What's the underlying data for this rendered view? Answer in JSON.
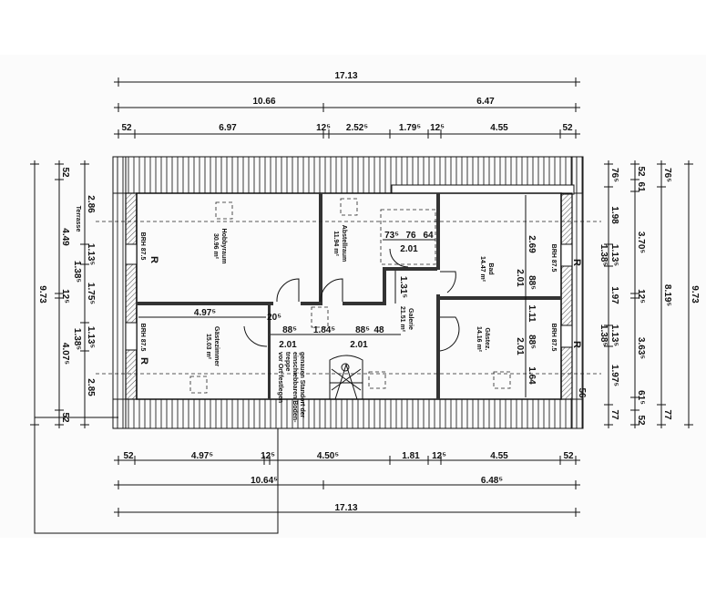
{
  "rooms": {
    "hobby": {
      "name": "Hobbyraum",
      "area": "30.96 m²"
    },
    "abstell": {
      "name": "Abstellraum",
      "area": "11.94 m²"
    },
    "bad": {
      "name": "Bad",
      "area": "14.47 m²"
    },
    "galerie": {
      "name": "Galerie",
      "area": "21.51 m²"
    },
    "gaeste1": {
      "name": "Gästezimmer",
      "area": "15.03 m²"
    },
    "gaeste2": {
      "name": "Gästez.",
      "area": "14.16 m²"
    }
  },
  "labels": {
    "brh": "BRH 87.5",
    "r": "R",
    "terrasse": "Terrasse",
    "note": [
      "genauen Standort der",
      "einschiebbaren Boden-",
      "treppe",
      "vor Ort festlegen"
    ]
  },
  "top_dims": {
    "row1": [
      "17.13"
    ],
    "row2": [
      "10.66",
      "6.47"
    ],
    "row3": [
      "52",
      "6.97",
      "12⁵",
      "2.52⁵",
      "1.79⁵",
      "12⁵",
      "4.55",
      "52"
    ]
  },
  "bottom_dims": {
    "row1": [
      "52",
      "4.97⁵",
      "12⁵",
      "4.50⁵",
      "1.81",
      "12⁵",
      "4.55",
      "52"
    ],
    "row2": [
      "10.64⁵",
      "6.48⁵"
    ],
    "row3": [
      "17.13"
    ]
  },
  "left_dims": {
    "total": "9.73",
    "mid": [
      "52",
      "4.49",
      "12⁵",
      "4.07⁵",
      "52"
    ],
    "inner": [
      "2.86",
      "1.13⁵",
      "1.75⁵",
      "1.13⁵",
      "2.85"
    ],
    "window": [
      "1.38⁵",
      "1.38⁵"
    ]
  },
  "right_dims": {
    "inner": [
      "76⁵",
      "1.98",
      "1.13⁵",
      "1.97",
      "1.13⁵",
      "1.97⁵",
      "77"
    ],
    "window": [
      "1.38⁵",
      "1.38⁵"
    ],
    "mid": [
      "52",
      "61",
      "3.70⁵",
      "12⁵",
      "3.63⁵",
      "61⁵",
      "52"
    ],
    "outer": [
      "76⁵",
      "8.19⁵",
      "77"
    ],
    "total": "9.73",
    "roof": "56"
  },
  "inner_dims": {
    "stair_top": [
      "73⁵",
      "76",
      "64"
    ],
    "stair_top_h": "2.01",
    "galerie_h": "1.31⁵",
    "gaeste_w": "4.97⁵",
    "wall": "20⁵",
    "row": [
      "88⁵",
      "1.84⁵",
      "88⁵",
      "48"
    ],
    "door_h": [
      "2.01",
      "2.01"
    ],
    "right": [
      "2.69",
      "2.01",
      "88⁵",
      "1.11",
      "2.01",
      "88⁵",
      "1.64"
    ]
  }
}
